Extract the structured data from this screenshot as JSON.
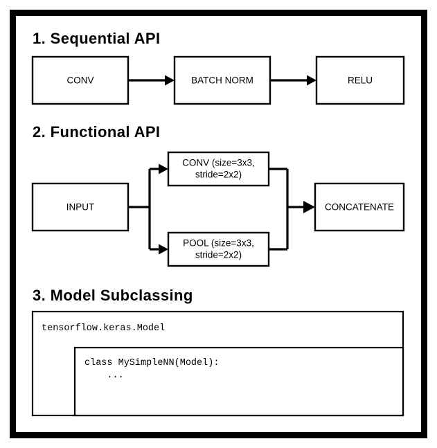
{
  "figure": {
    "background": "#ffffff",
    "stroke_color": "#000000",
    "frame": {
      "border_color": "#000000"
    }
  },
  "sections": [
    {
      "id": "sequential-api",
      "title": "1. Sequential API",
      "nodes": [
        {
          "id": "conv",
          "label": "CONV"
        },
        {
          "id": "batch-norm",
          "label": "BATCH NORM"
        },
        {
          "id": "relu",
          "label": "RELU"
        }
      ]
    },
    {
      "id": "functional-api",
      "title": "2. Functional API",
      "nodes": [
        {
          "id": "input",
          "label": "INPUT"
        },
        {
          "id": "conv-branch",
          "label_line1": "CONV (size=3x3,",
          "label_line2": "stride=2x2)"
        },
        {
          "id": "pool-branch",
          "label_line1": "POOL (size=3x3,",
          "label_line2": "stride=2x2)"
        },
        {
          "id": "concatenate",
          "label": "CONCATENATE"
        }
      ]
    },
    {
      "id": "model-subclassing",
      "title": "3. Model Subclassing",
      "outer_code": "tensorflow.keras.Model",
      "inner_code_line1": "class MySimpleNN(Model):",
      "inner_code_line2": "    ..."
    }
  ]
}
